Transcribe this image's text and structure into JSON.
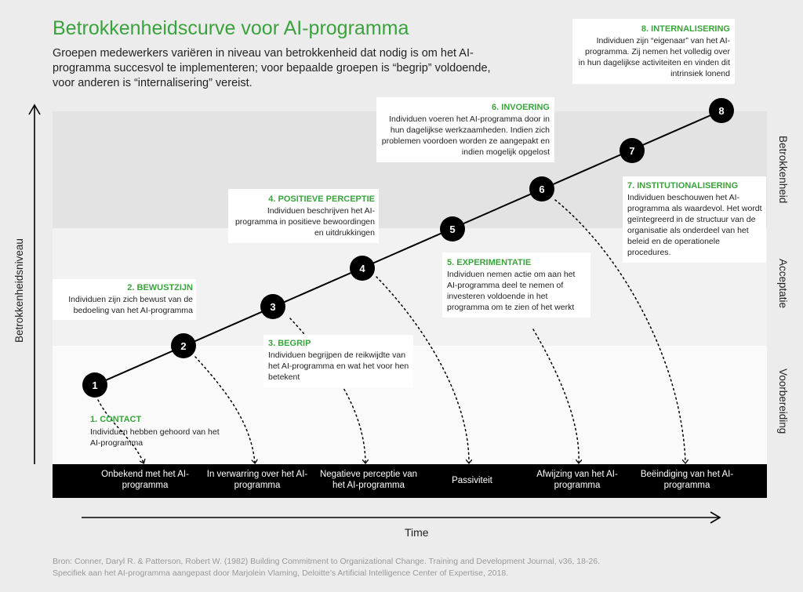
{
  "title": "Betrokkenheidscurve voor AI-programma",
  "subtitle": "Groepen medewerkers variëren in niveau van betrokkenheid dat nodig is om het AI-programma succesvol te implementeren; voor bepaalde groepen is “begrip” voldoende, voor anderen is “internalisering” vereist.",
  "axes": {
    "y_label": "Betrokkenheidsniveau",
    "x_label": "Time"
  },
  "zones": [
    "Betrokkenheid",
    "Acceptatie",
    "Voorbereiding"
  ],
  "steps": [
    {
      "num": "1",
      "title": "1. CONTACT",
      "text": "Individuen hebben gehoord van het AI-programma"
    },
    {
      "num": "2",
      "title": "2. BEWUSTZIJN",
      "text": "Individuen zijn zich bewust van de bedoeling van het AI-programma"
    },
    {
      "num": "3",
      "title": "3. BEGRIP",
      "text": "Individuen begrijpen de reikwijdte van het AI-programma en wat het voor hen betekent"
    },
    {
      "num": "4",
      "title": "4. POSITIEVE PERCEPTIE",
      "text": "Individuen beschrijven het AI-programma in positieve bewoordingen en uitdrukkingen"
    },
    {
      "num": "5",
      "title": "5. EXPERIMENTATIE",
      "text": "Individuen nemen actie om aan het AI-programma deel te nemen of investeren voldoende in het programma om te zien of het werkt"
    },
    {
      "num": "6",
      "title": "6. INVOERING",
      "text": "Individuen voeren het AI-programma door in hun dagelijkse werkzaamheden. Indien zich problemen voordoen worden ze aangepakt en indien mogelijk opgelost"
    },
    {
      "num": "7",
      "title": "7. INSTITUTIONALISERING",
      "text": "Individuen beschouwen het AI-programma als waardevol. Het wordt geïntegreerd in de structuur van de organisatie als onderdeel van het beleid en de operationele procedures."
    },
    {
      "num": "8",
      "title": "8. INTERNALISERING",
      "text": "Individuen zijn “eigenaar” van het AI-programma. Zij nemen het volledig over in hun dagelijkse activiteiten en vinden dit intrinsiek lonend"
    }
  ],
  "outcomes": [
    "Onbekend met het AI-programma",
    "In verwarring over het AI-programma",
    "Negatieve perceptie van het AI-programma",
    "Passiviteit",
    "Afwijzing van het AI-programma",
    "Beëindiging van het AI-programma"
  ],
  "source": [
    "Bron: Conner, Daryl R. & Patterson, Robert W. (1982) Building Commitment to Organizational Change. Training and Development Journal, v36, 18-26.",
    "Specifiek aan het AI-programma aangepast door Marjolein Vlaming, Deloitte’s Artificial Intelligence Center of Expertise, 2018."
  ],
  "colors": {
    "accent": "#3aa33d",
    "node": "#000000",
    "outcome_bar": "#000000"
  }
}
